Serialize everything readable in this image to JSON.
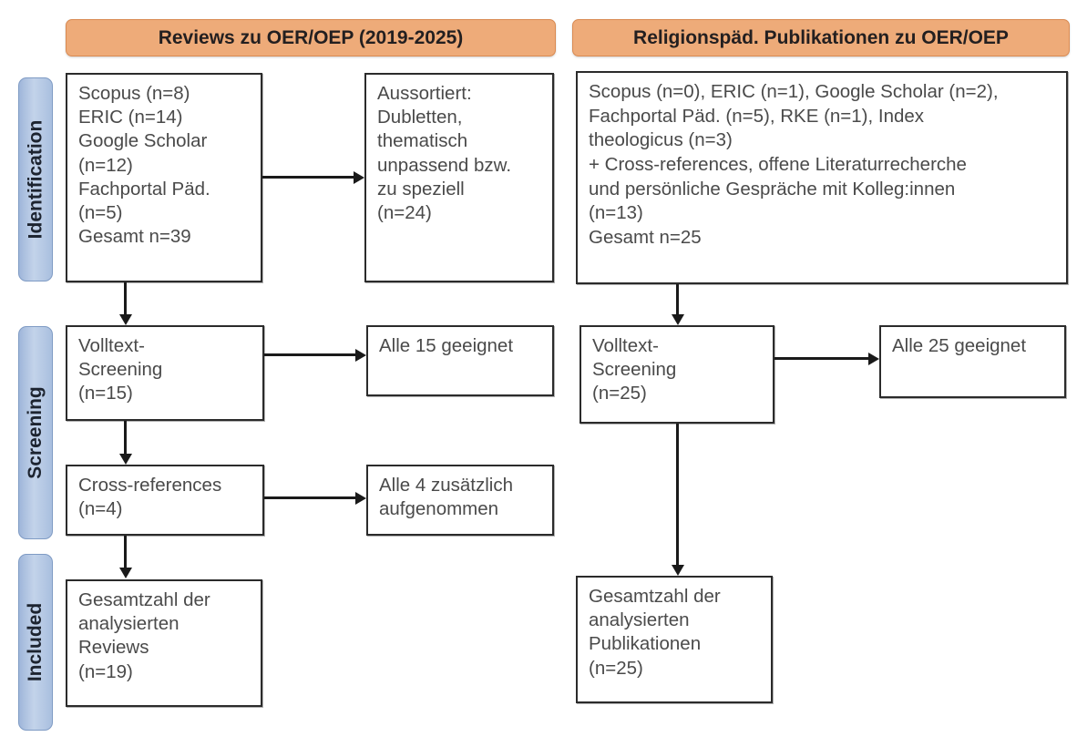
{
  "stages": [
    {
      "label": "Identification"
    },
    {
      "label": "Screening"
    },
    {
      "label": "Included"
    }
  ],
  "columns": [
    {
      "header": "Reviews zu OER/OEP (2019-2025)"
    },
    {
      "header": "Religionspäd. Publikationen zu OER/OEP"
    }
  ],
  "colors": {
    "header_pill": "#eeab79",
    "header_pill_border": "#d98a52",
    "stage_bar": "#a9bfdf",
    "stage_bar_border": "#7f9bc4",
    "box_border": "#2b2b2b",
    "box_text": "#4a4a4a",
    "connector": "#1a1a1a",
    "page_background": "#ffffff"
  },
  "left_column": {
    "identification_sources": "Scopus (n=8)\nERIC (n=14)\nGoogle Scholar\n(n=12)\nFachportal Päd.\n(n=5)\nGesamt n=39",
    "excluded": "Aussortiert:\nDubletten,\nthematisch\nunpassend bzw.\nzu speziell\n(n=24)",
    "fulltext_screening": "Volltext-\nScreening\n(n=15)",
    "fulltext_result": "Alle 15 geeignet",
    "cross_references": "Cross-references\n(n=4)",
    "cross_references_result": "Alle 4 zusätzlich\naufgenommen",
    "included_total": "Gesamtzahl der\nanalysierten\nReviews\n(n=19)"
  },
  "right_column": {
    "identification_sources": "Scopus (n=0), ERIC (n=1), Google Scholar (n=2),\nFachportal Päd. (n=5), RKE (n=1), Index\ntheologicus (n=3)\n+ Cross-references, offene Literaturrecherche\nund persönliche Gespräche mit Kolleg:innen\n(n=13)\nGesamt n=25",
    "fulltext_screening": "Volltext-\nScreening\n(n=25)",
    "fulltext_result": "Alle 25 geeignet",
    "included_total": "Gesamtzahl der\nanalysierten\nPublikationen\n(n=25)"
  },
  "counts": {
    "left_scopus": 8,
    "left_eric": 14,
    "left_google_scholar": 12,
    "left_fachportal": 5,
    "left_total_identified": 39,
    "left_excluded": 24,
    "left_fulltext_screened": 15,
    "left_fulltext_eligible": 15,
    "left_cross_references": 4,
    "left_cross_references_added": 4,
    "left_included": 19,
    "right_scopus": 0,
    "right_eric": 1,
    "right_google_scholar": 2,
    "right_fachportal": 5,
    "right_rke": 1,
    "right_index_theologicus": 3,
    "right_additional": 13,
    "right_total_identified": 25,
    "right_fulltext_screened": 25,
    "right_fulltext_eligible": 25,
    "right_included": 25
  }
}
